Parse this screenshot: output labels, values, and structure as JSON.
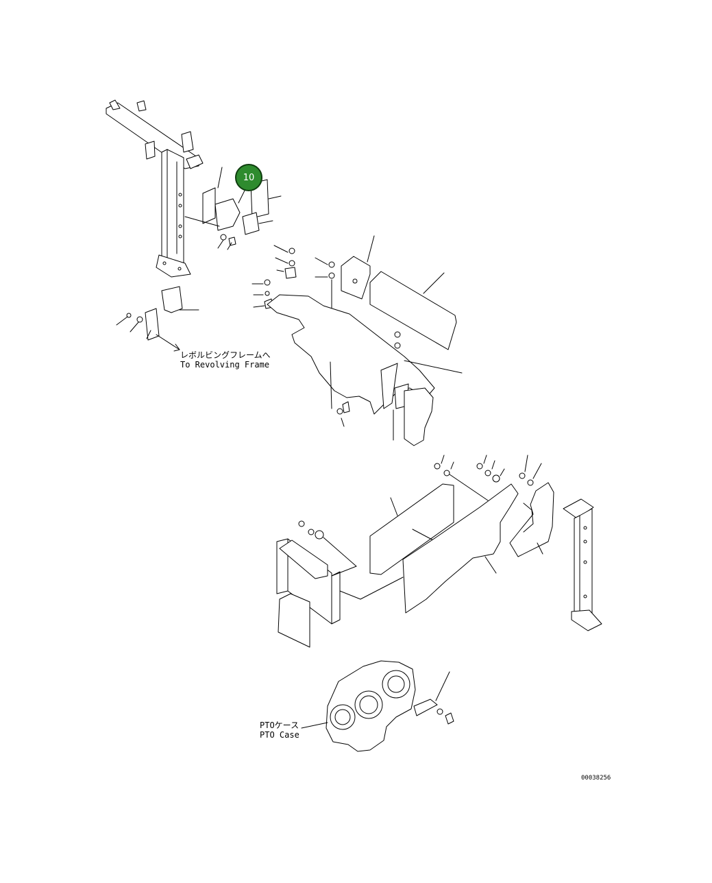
{
  "callout": {
    "number": "10",
    "color": "#2e8b2e"
  },
  "labels": {
    "revolving_frame_jp": "レボルビングフレームへ",
    "revolving_frame_en": "To Revolving Frame",
    "pto_case_jp": "PTOケース",
    "pto_case_en": "PTO Case"
  },
  "document_number": "00038256"
}
